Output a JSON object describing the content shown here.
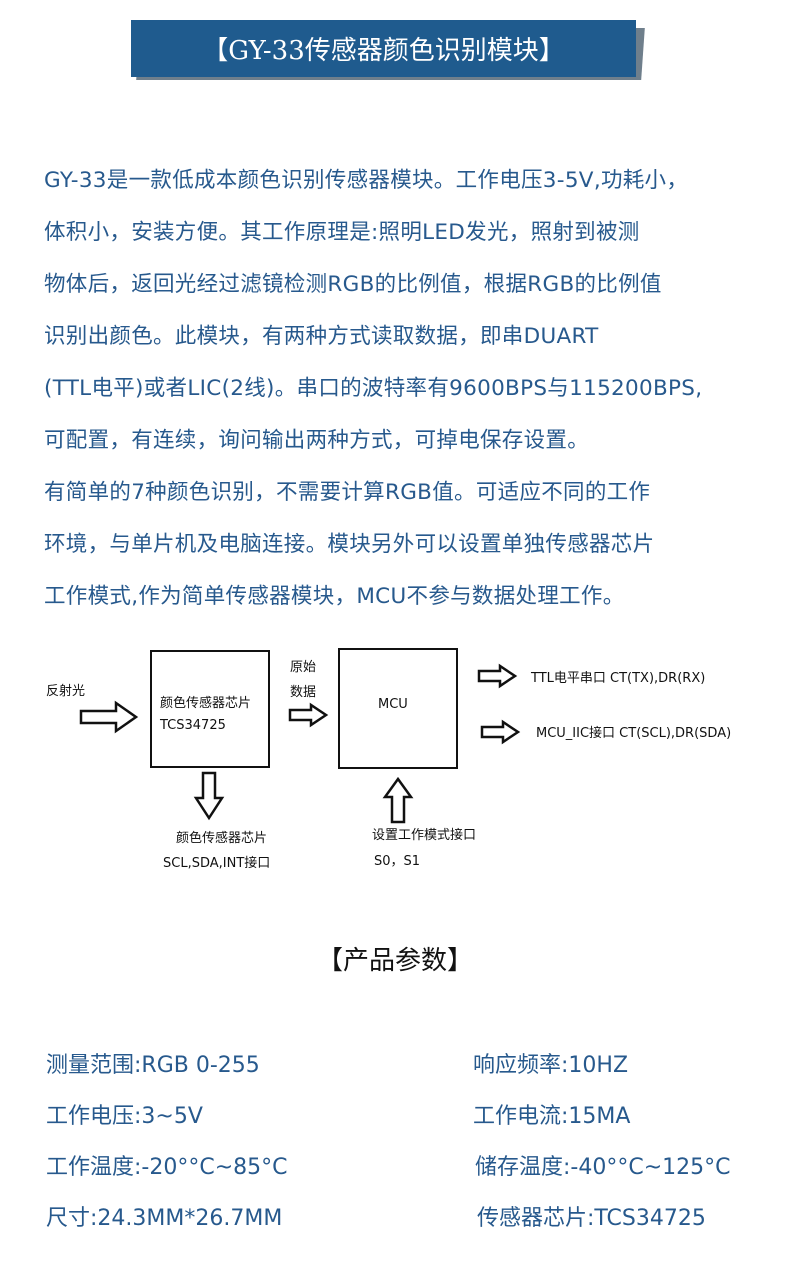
{
  "title": "【GY-33传感器颜色识别模块】",
  "intro": {
    "lines": [
      "GY-33是一款低成本颜色识别传感器模块。工作电压3-5V,功耗小，",
      "体积小，安装方便。其工作原理是:照明LED发光，照射到被测",
      "物体后，返回光经过滤镜检测RGB的比例值，根据RGB的比例值",
      "识别出颜色。此模块，有两种方式读取数据，即串DUART",
      "(TTL电平)或者LIC(2线)。串口的波特率有9600BPS与115200BPS,",
      "可配置，有连续，询问输出两种方式，可掉电保存设置。",
      "有简单的7种颜色识别，不需要计算RGB值。可适应不同的工作",
      "环境，与单片机及电脑连接。模块另外可以设置单独传感器芯片",
      "工作模式,作为简单传感器模块，MCU不参与数据处理工作。"
    ]
  },
  "diagram": {
    "input_label": "反射光",
    "sensor_box_line1": "颜色传感器芯片",
    "sensor_box_line2": "TCS34725",
    "raw_data_line1": "原始",
    "raw_data_line2": "数据",
    "mcu_label": "MCU",
    "output1": "TTL电平串口 CT(TX),DR(RX)",
    "output2": "MCU_IIC接口 CT(SCL),DR(SDA)",
    "sensor_iface_line1": "颜色传感器芯片",
    "sensor_iface_line2": "SCL,SDA,INT接口",
    "mode_iface_line1": "设置工作模式接口",
    "mode_iface_line2": "S0，S1"
  },
  "params_title": "【产品参数】",
  "params": {
    "range": "测量范围:RGB 0-255",
    "freq": "响应频率:10HZ",
    "voltage": "工作电压:3~5V",
    "current": "工作电流:15MA",
    "op_temp": "工作温度:-20°°C~85°C",
    "store_temp": "储存温度:-40°°C~125°C",
    "size": "尺寸:24.3MM*26.7MM",
    "chip": "传感器芯片:TCS34725"
  },
  "colors": {
    "banner": "#1f5b8e",
    "text_blue": "#27598d"
  }
}
